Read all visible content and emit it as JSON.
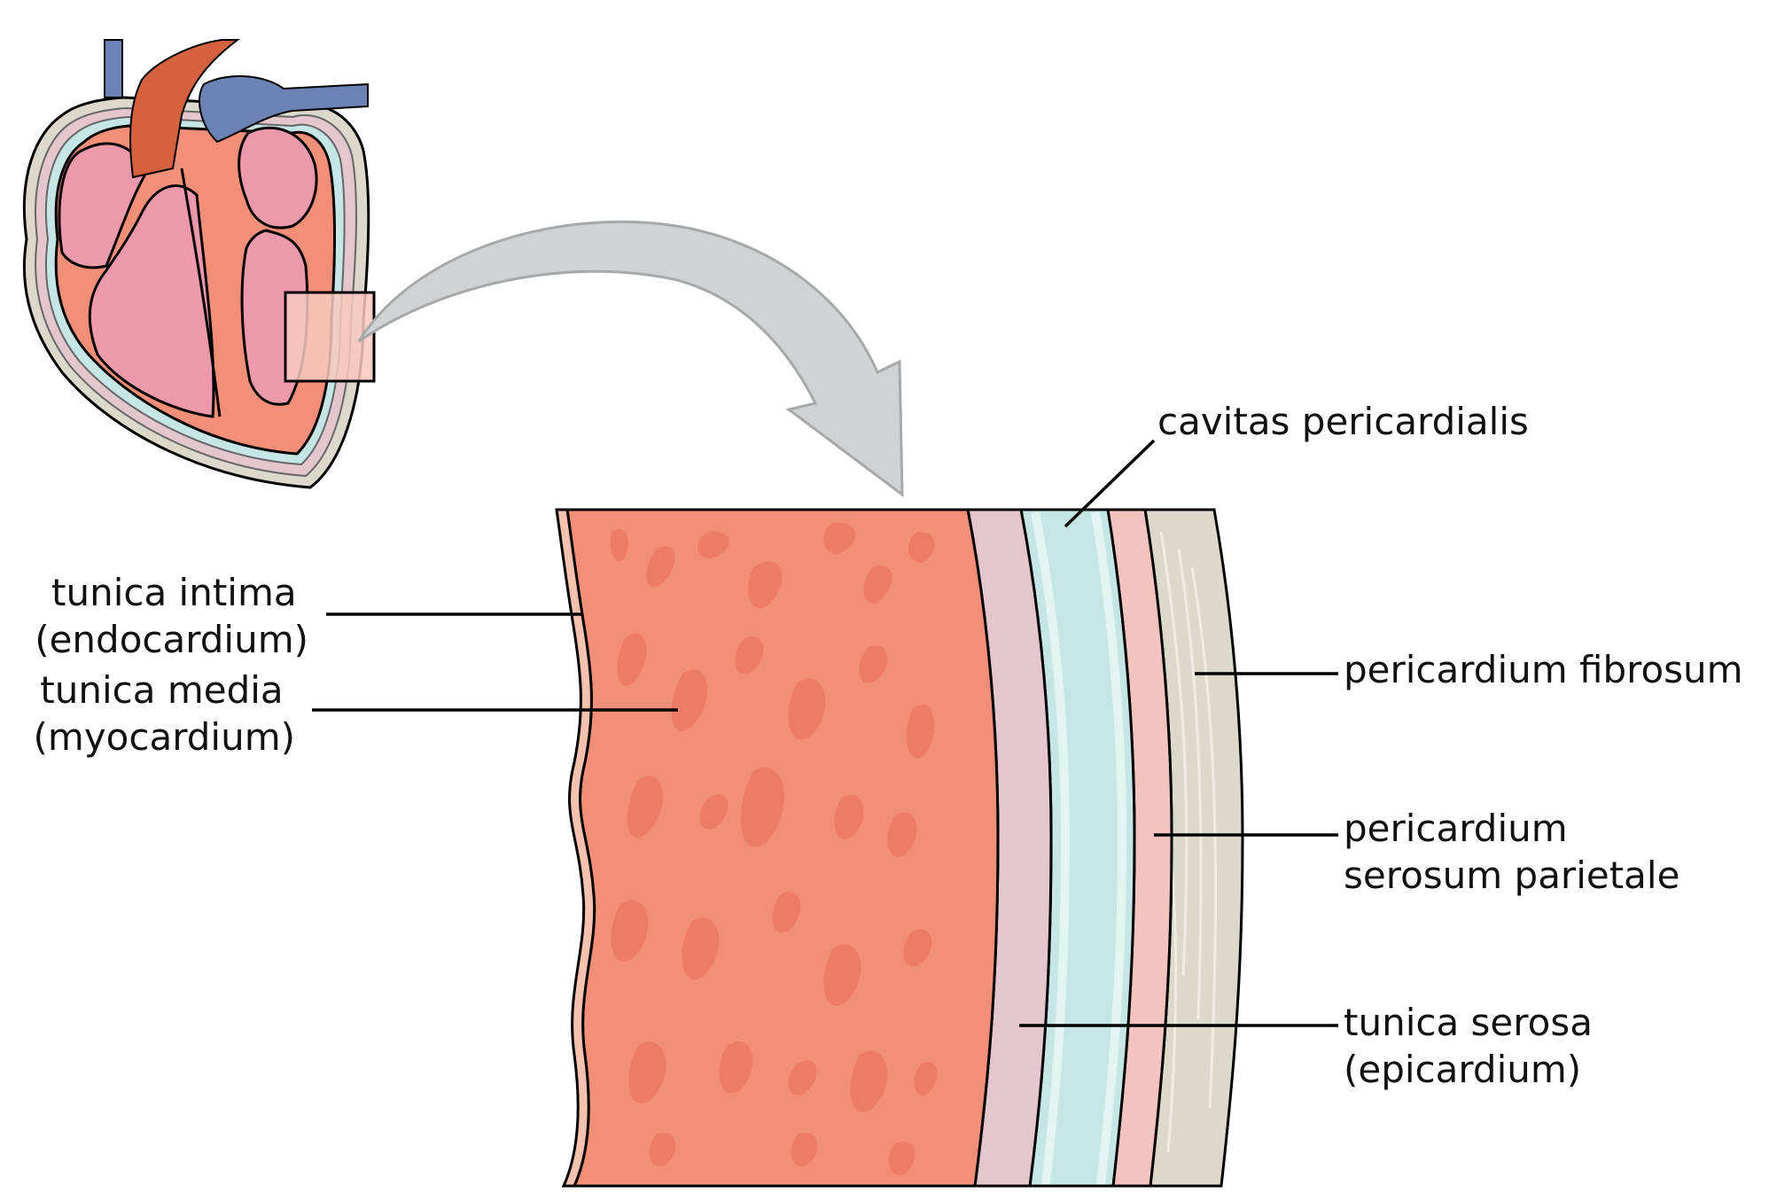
{
  "labels": {
    "tunica_intima": [
      "tunica intima",
      "(endocardium)"
    ],
    "tunica_media": [
      "tunica media",
      "(myocardium)"
    ],
    "cavitas_pericardialis": [
      "cavitas pericardialis"
    ],
    "pericardium_fibrosum": [
      "pericardium fibrosum"
    ],
    "pericardium_serosum_parietale": [
      "pericardium",
      "serosum parietale"
    ],
    "tunica_serosa": [
      "tunica serosa",
      "(epicardium)"
    ]
  },
  "colors": {
    "myocardium": "#f28f78",
    "myocardium_fiber": "#ec7c68",
    "endocardium": "#f5c2b0",
    "epicardium": "#e4c6cf",
    "pericardial_cavity": "#c5e6e4",
    "serous_parietal": "#f3c4bf",
    "fibrous_pericardium": "#dcd8cb",
    "heart_chamber": "#ec9aab",
    "vein": "#6b82b5",
    "aorta": "#d5623f",
    "arrow": "#d1d2d4"
  }
}
